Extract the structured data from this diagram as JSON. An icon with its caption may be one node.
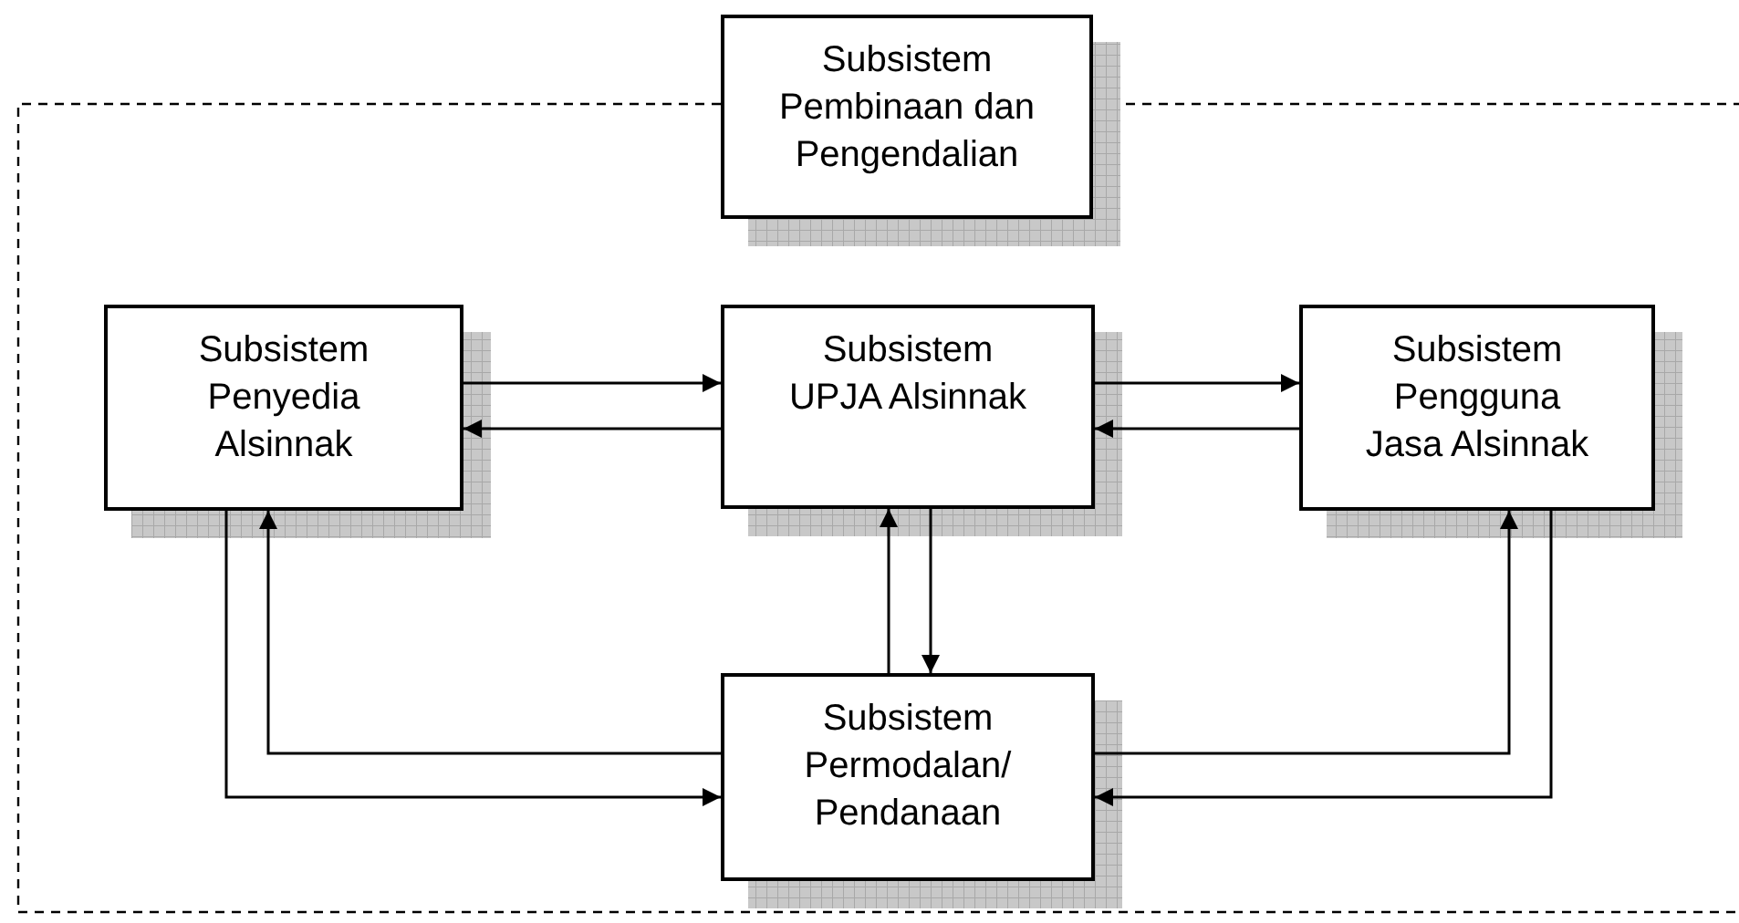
{
  "diagram": {
    "nodes": [
      {
        "text": [
          "Subsistem Pembinaan dan Pengendalian"
        ]
      },
      {
        "text": [
          "Subsistem Penyedia Alsinnak"
        ]
      },
      {
        "text": [
          "Subsistem UPJA Alsinnak"
        ]
      },
      {
        "text": [
          "Subsistem Pengguna Jasa Alsinnak"
        ]
      },
      {
        "text": [
          "Subsistem Permodalan/ Pendanaan"
        ]
      }
    ],
    "edges": [
      {
        "from": 1,
        "to": 2,
        "arrow": "to"
      },
      {
        "from": 2,
        "to": 1,
        "arrow": "to"
      },
      {
        "from": 2,
        "to": 3,
        "arrow": "to"
      },
      {
        "from": 3,
        "to": 2,
        "arrow": "to"
      },
      {
        "from": 2,
        "to": 4,
        "arrow": "to"
      },
      {
        "from": 4,
        "to": 2,
        "arrow": "to"
      },
      {
        "from": 4,
        "to": 1,
        "arrow": "to"
      },
      {
        "from": 1,
        "to": 4,
        "arrow": "to"
      },
      {
        "from": 4,
        "to": 3,
        "arrow": "to"
      },
      {
        "from": 3,
        "to": 4,
        "arrow": "to"
      }
    ]
  }
}
